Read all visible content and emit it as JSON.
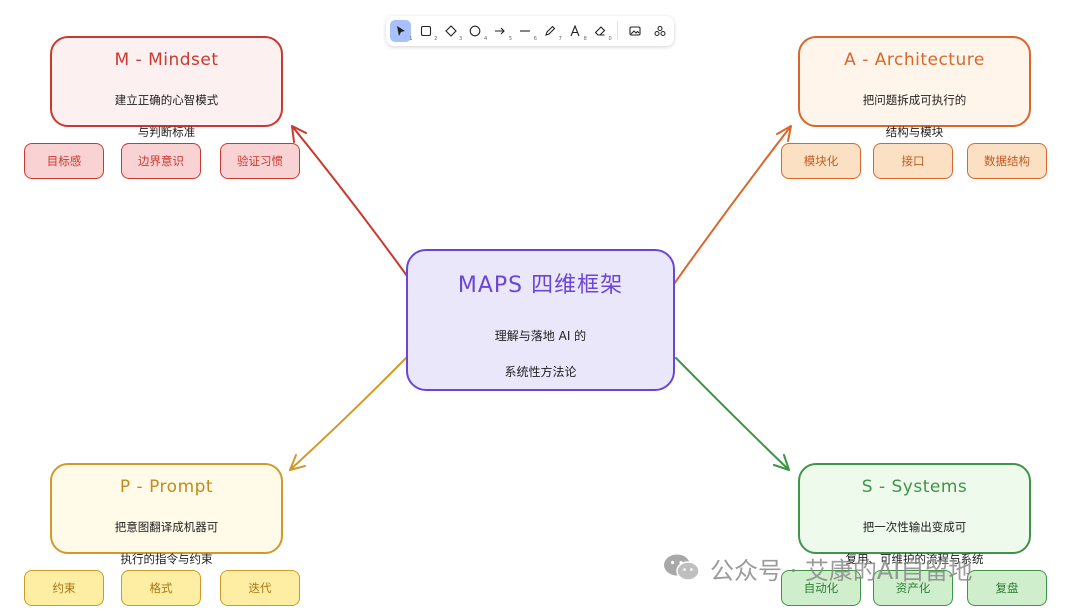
{
  "toolbar": {
    "tools": [
      {
        "icon": "pointer-icon",
        "num": "1",
        "active": true
      },
      {
        "icon": "rectangle-icon",
        "num": "2"
      },
      {
        "icon": "diamond-icon",
        "num": "3"
      },
      {
        "icon": "ellipse-icon",
        "num": "4"
      },
      {
        "icon": "arrow-icon",
        "num": "5"
      },
      {
        "icon": "line-icon",
        "num": "6"
      },
      {
        "icon": "pencil-icon",
        "num": "7"
      },
      {
        "icon": "text-icon",
        "num": "8"
      },
      {
        "icon": "eraser-icon",
        "num": "0"
      },
      {
        "icon": "image-icon",
        "num": ""
      },
      {
        "icon": "shapes-library-icon",
        "num": ""
      }
    ]
  },
  "center": {
    "title": "MAPS 四维框架",
    "desc_line1": "理解与落地 AI 的",
    "desc_line2": "系统性方法论",
    "color": "#6b46d6",
    "fill": "#ebe7fb"
  },
  "mindset": {
    "title": "M - Mindset",
    "desc_line1": "建立正确的心智模式",
    "desc_line2": "与判断标准",
    "chips": [
      "目标感",
      "边界意识",
      "验证习惯"
    ],
    "color": "#c9392f",
    "fill": "#fdf0f0",
    "chip_fill": "#f9d3d3"
  },
  "architecture": {
    "title": "A - Architecture",
    "desc_line1": "把问题拆成可执行的",
    "desc_line2": "结构与模块",
    "chips": [
      "模块化",
      "接口",
      "数据结构"
    ],
    "color": "#d8672c",
    "fill": "#fff5ea",
    "chip_fill": "#fce0c3"
  },
  "prompt": {
    "title": "P - Prompt",
    "desc_line1": "把意图翻译成机器可",
    "desc_line2": "执行的指令与约束",
    "chips": [
      "约束",
      "格式",
      "迭代"
    ],
    "color": "#cf9a2a",
    "fill": "#fffbe8",
    "chip_fill": "#fdeea3"
  },
  "systems": {
    "title": "S - Systems",
    "desc_line1": "把一次性输出变成可",
    "desc_line2": "复用、可维护的流程与系统",
    "chips": [
      "自动化",
      "资产化",
      "复盘"
    ],
    "color": "#3f9448",
    "fill": "#eefaec",
    "chip_fill": "#cfeecb"
  },
  "watermark": {
    "text": "公众号 · 艾康的AI自留地",
    "icon": "wechat-icon"
  }
}
